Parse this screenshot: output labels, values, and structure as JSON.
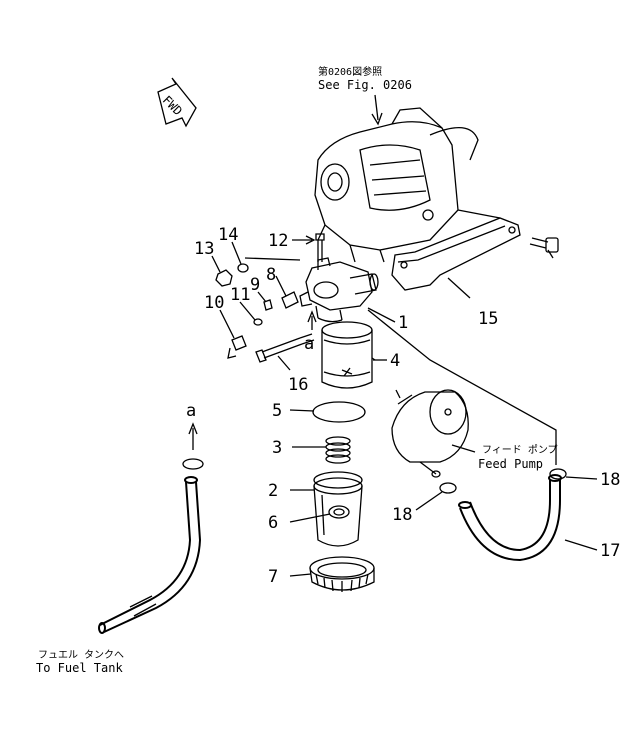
{
  "references": {
    "see_fig_jp": "第0206図参照",
    "see_fig_en": "See Fig. 0206",
    "feed_pump_jp": "フィード ポンプ",
    "feed_pump_en": "Feed Pump",
    "fuel_tank_jp": "フュエル タンクへ",
    "fuel_tank_en": "To Fuel Tank",
    "fwd": "FWD",
    "connection_top": "a",
    "connection_left": "a"
  },
  "callouts": {
    "c1": "1",
    "c2": "2",
    "c3": "3",
    "c4": "4",
    "c5": "5",
    "c6": "6",
    "c7": "7",
    "c8": "8",
    "c9": "9",
    "c10": "10",
    "c11": "11",
    "c12": "12",
    "c13": "13",
    "c14": "14",
    "c15": "15",
    "c16": "16",
    "c17": "17",
    "c18a": "18",
    "c18b": "18"
  }
}
